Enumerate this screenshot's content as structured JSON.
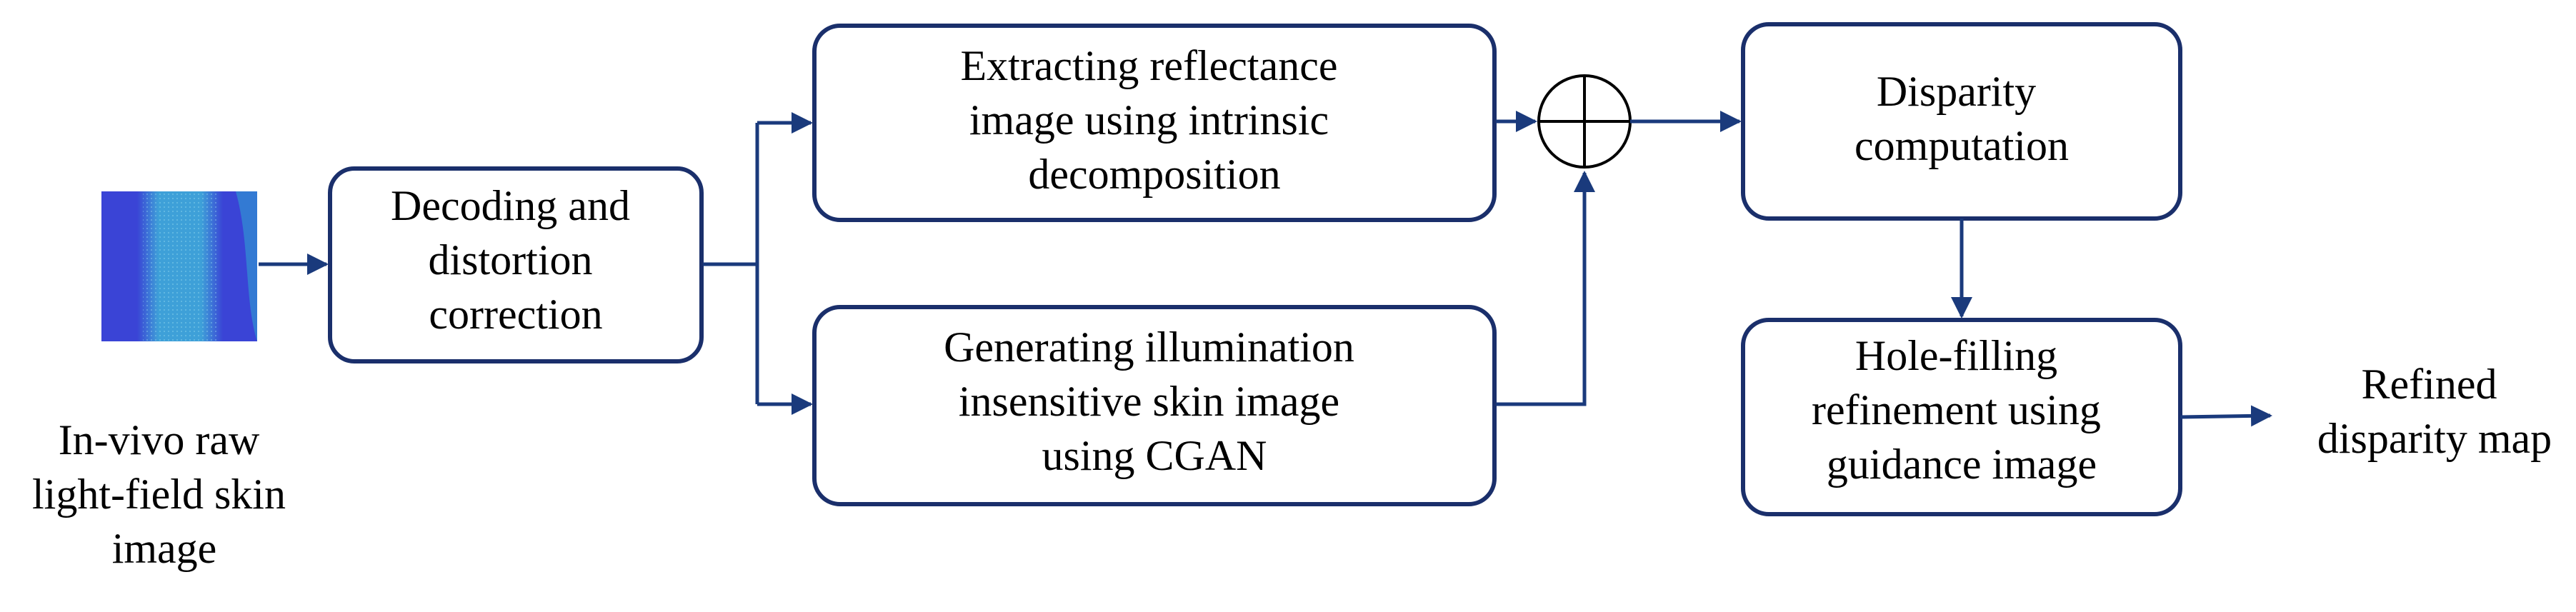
{
  "diagram": {
    "input_caption": [
      "In-vivo raw",
      "light-field skin",
      "image"
    ],
    "boxes": {
      "decoding": [
        "Decoding and",
        "distortion",
        "correction"
      ],
      "reflectance": [
        "Extracting reflectance",
        "image using intrinsic",
        "decomposition"
      ],
      "illumination": [
        "Generating illumination",
        "insensitive skin image",
        "using CGAN"
      ],
      "disparity": [
        "Disparity",
        "computation"
      ],
      "hole_filling": [
        "Hole-filling",
        "refinement using",
        "guidance image"
      ]
    },
    "output_caption": [
      "Refined",
      "disparity map"
    ]
  },
  "colors": {
    "box_stroke": "#1a2f6b",
    "arrow": "#1a3a7c",
    "thumb_bg": "#3a44d6",
    "thumb_band": "#3fb0d8",
    "text": "#000000"
  }
}
